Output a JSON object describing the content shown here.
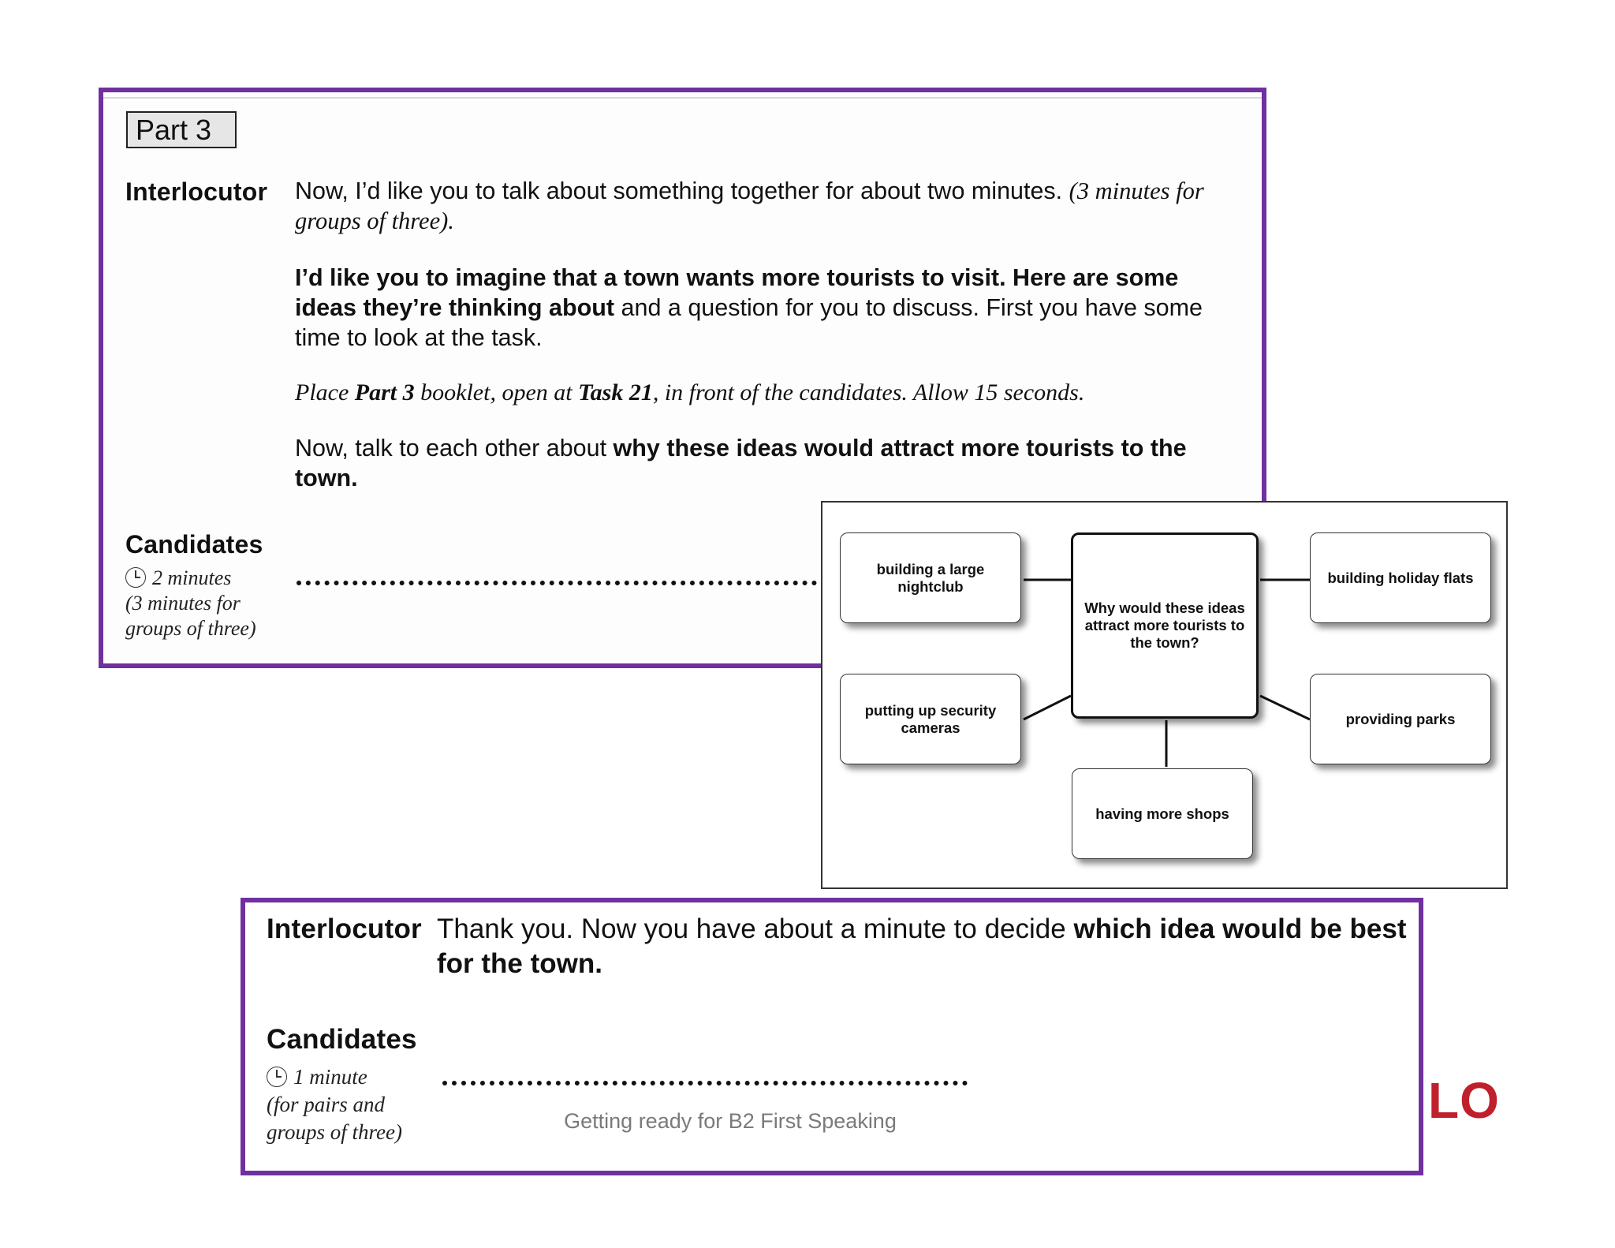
{
  "part_title": "Part 3",
  "top": {
    "interlocutor_label": "Interlocutor",
    "p1_normal": "Now, I’d like you to talk about something together for about two minutes.",
    "p1_italic": "(3 minutes for groups of three).",
    "p2_bold": "I’d like you to imagine that a town wants more tourists to visit. Here are some ideas they’re thinking about",
    "p2_normal": "and a question for you to discuss. First you have some time to look at the task.",
    "p3_a": "Place",
    "p3_b": "Part 3",
    "p3_c": "booklet, open at",
    "p3_d": "Task 21",
    "p3_e": ", in front of the candidates. Allow 15 seconds.",
    "p4_normal": "Now, talk to each other about",
    "p4_bold": "why these ideas would attract more tourists to the town.",
    "candidates_label": "Candidates",
    "time_line1": "2 minutes",
    "time_line2": "(3 minutes for",
    "time_line3": "groups of three)"
  },
  "diagram": {
    "center": "Why would these ideas attract more tourists to the town?",
    "top_left": "building a large nightclub",
    "top_right": "building holiday flats",
    "mid_left": "putting up security cameras",
    "mid_right": "providing parks",
    "bottom": "having more shops"
  },
  "bottom": {
    "interlocutor_label": "Interlocutor",
    "p1_normal": "Thank you.  Now you have about a minute to decide",
    "p1_bold": "which idea would be best for the town.",
    "candidates_label": "Candidates",
    "time_line1": "1 minute",
    "time_line2": "(for pairs and",
    "time_line3": "groups of three)",
    "footer": "Getting ready for B2 First Speaking"
  },
  "logo_text": "LO",
  "colors": {
    "frame": "#7030a0",
    "logo": "#c0202c"
  }
}
